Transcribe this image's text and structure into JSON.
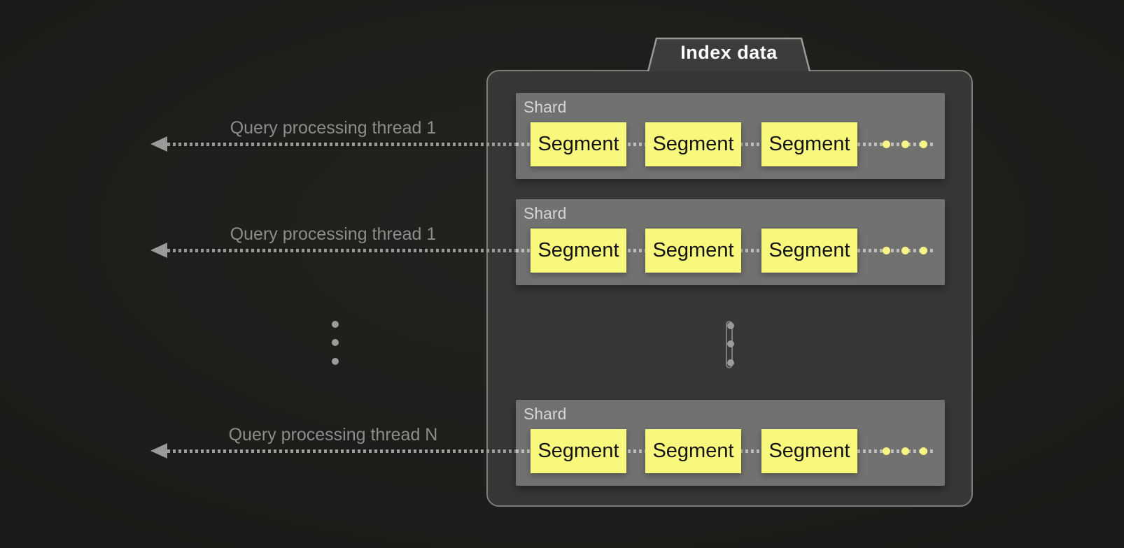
{
  "diagram": {
    "title": "Index data",
    "threads": [
      {
        "label": "Query processing thread 1"
      },
      {
        "label": "Query processing thread 1"
      },
      {
        "label": "Query processing thread N"
      }
    ],
    "shards": [
      {
        "label": "Shard",
        "segments": [
          "Segment",
          "Segment",
          "Segment"
        ]
      },
      {
        "label": "Shard",
        "segments": [
          "Segment",
          "Segment",
          "Segment"
        ]
      },
      {
        "label": "Shard",
        "segments": [
          "Segment",
          "Segment",
          "Segment"
        ]
      }
    ],
    "colors": {
      "background": "#1a1917",
      "panel_fill": "#373735",
      "panel_border": "#7d7d7b",
      "tab_fill": "#3c3c3a",
      "tab_border": "#9a9a98",
      "shard_fill": "#717170",
      "shard_label": "#d5d5d3",
      "segment_fill": "#f8f87d",
      "segment_text": "#141414",
      "thread_label": "#8c8c8a",
      "dash_dark": "#9a9a98",
      "dash_light": "#bdbdbb",
      "dot_gray": "#9b9b99",
      "dot_yellow": "#f7f584"
    }
  }
}
